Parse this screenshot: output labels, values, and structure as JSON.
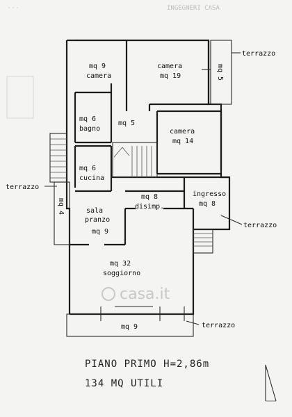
{
  "header": {
    "top_left_faint": "...",
    "top_right_faint": "INGEGNERI CASA"
  },
  "rooms": {
    "camera_small": {
      "area": "mq 9",
      "name": "camera"
    },
    "camera_large": {
      "name": "camera",
      "area": "mq 19"
    },
    "balcony_right": {
      "area": "mq 5"
    },
    "bagno": {
      "area": "mq 6",
      "name": "bagno"
    },
    "hall_center": {
      "area": "mq 5"
    },
    "camera_mid": {
      "name": "camera",
      "area": "mq 14"
    },
    "cucina": {
      "area": "mq 6",
      "name": "cucina"
    },
    "disimpegno": {
      "area": "mq 8",
      "name": "disimp."
    },
    "ingresso": {
      "name": "ingresso",
      "area": "mq 8"
    },
    "balcony_left": {
      "area": "mq 4"
    },
    "sala_pranzo": {
      "name_line1": "sala",
      "name_line2": "pranzo",
      "area": "mq 9"
    },
    "soggiorno": {
      "area": "mq 32",
      "name": "soggiorno"
    },
    "balcony_bottom": {
      "area": "mq 9"
    }
  },
  "callouts": {
    "terrazzo_top_right": "terrazzo",
    "terrazzo_left": "terrazzo",
    "terrazzo_mid_right": "terrazzo",
    "terrazzo_bottom": "terrazzo"
  },
  "footer": {
    "title_line1": "PIANO PRIMO H=2,86m",
    "title_line2": "134 MQ UTILI"
  },
  "watermark": "casa.it",
  "colors": {
    "ink": "#1b1b1b",
    "paper": "#f4f4f2",
    "watermark": "#c8c8c8"
  }
}
